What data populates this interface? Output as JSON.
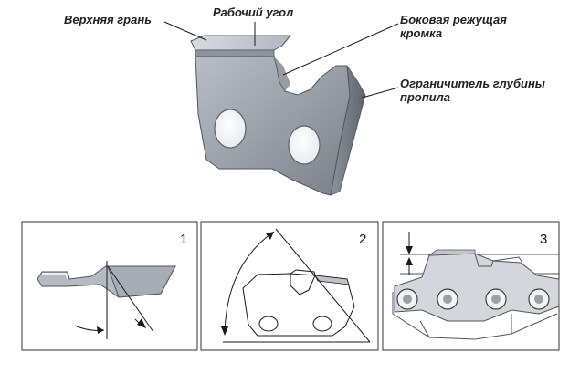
{
  "labels": {
    "top_plate": "Верхняя грань",
    "working_angle": "Рабочий угол",
    "side_cutting_edge_line1": "Боковая режущая",
    "side_cutting_edge_line2": "кромка",
    "depth_gauge_line1": "Ограничитель глубины",
    "depth_gauge_line2": "пропила"
  },
  "panels": [
    {
      "number": "1"
    },
    {
      "number": "2"
    },
    {
      "number": "3"
    }
  ],
  "colors": {
    "metal_light": "#c8ccd2",
    "metal_mid": "#9aa0a8",
    "metal_dark": "#6d737b",
    "line": "#1a1a1a",
    "panel_border": "#333333"
  }
}
